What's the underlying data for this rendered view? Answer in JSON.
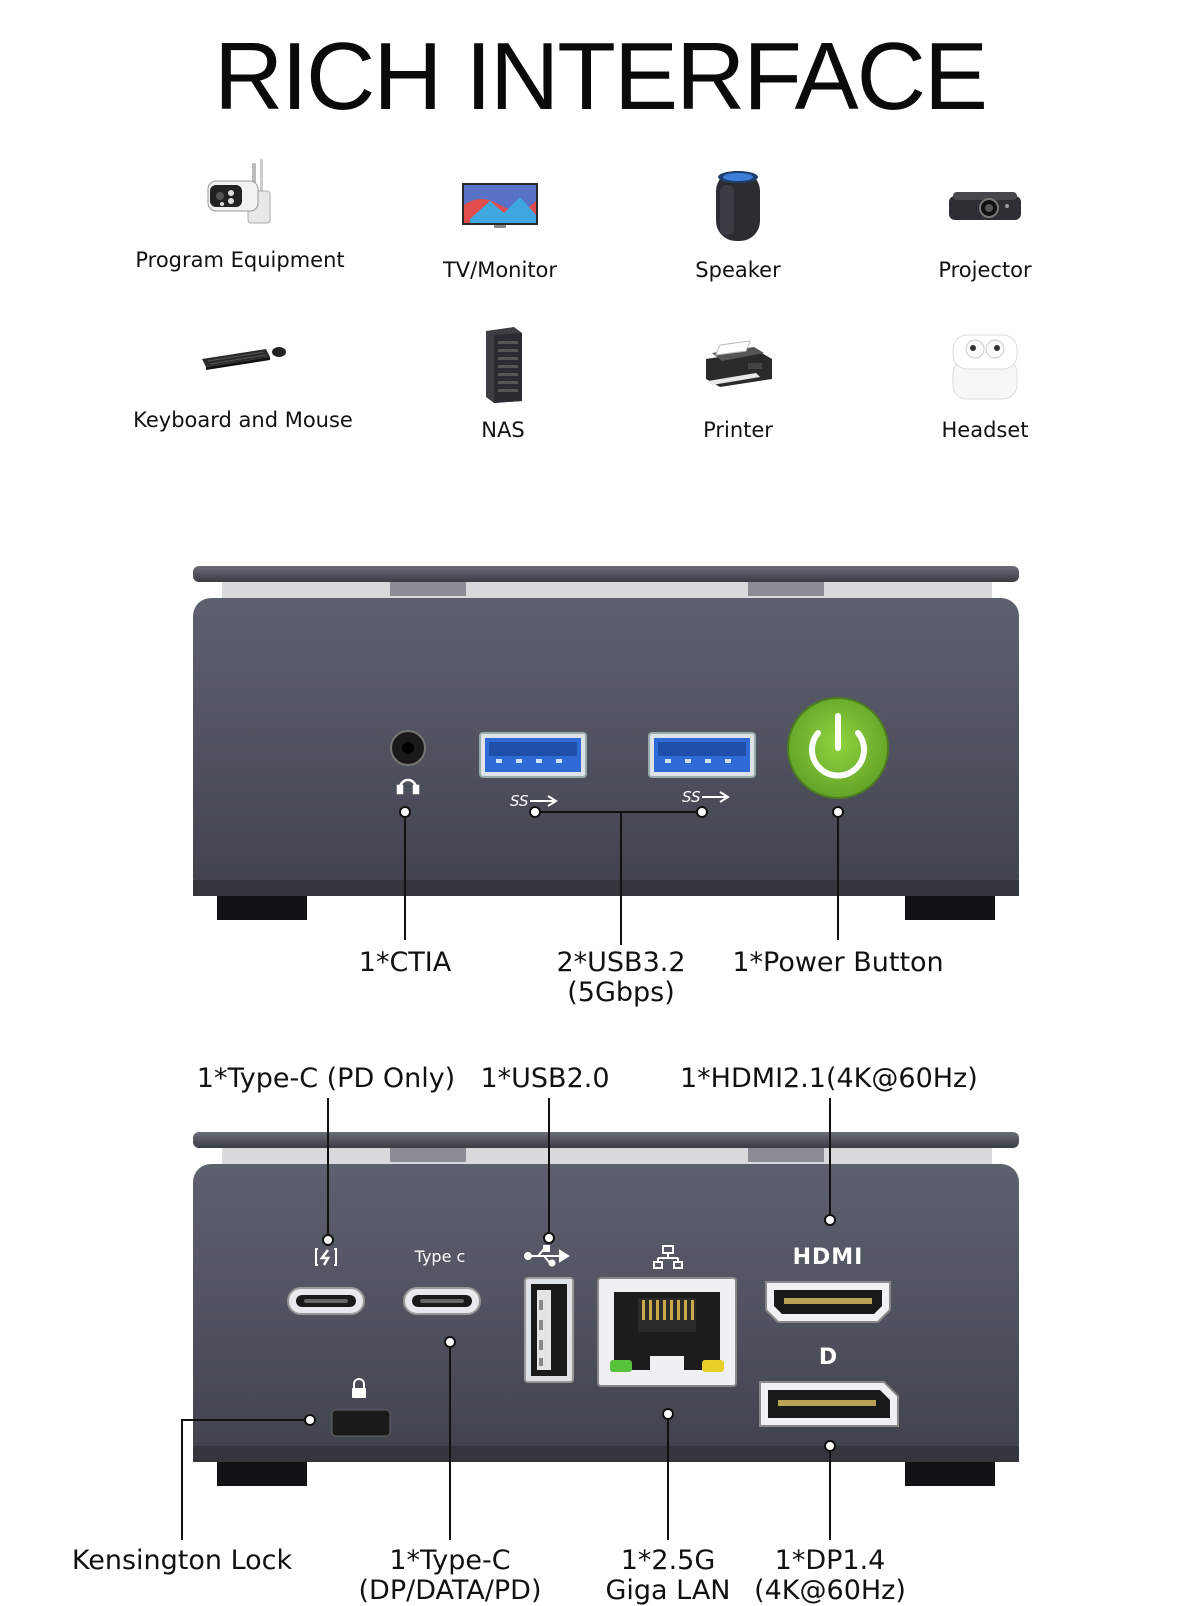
{
  "title": "RICH INTERFACE",
  "devices": [
    {
      "label": "Program Equipment",
      "icon": "security-camera-icon"
    },
    {
      "label": "TV/Monitor",
      "icon": "monitor-icon"
    },
    {
      "label": "Speaker",
      "icon": "smart-speaker-icon"
    },
    {
      "label": "Projector",
      "icon": "projector-icon"
    },
    {
      "label": "Keyboard and Mouse",
      "icon": "keyboard-mouse-icon"
    },
    {
      "label": "NAS",
      "icon": "nas-server-icon"
    },
    {
      "label": "Printer",
      "icon": "printer-icon"
    },
    {
      "label": "Headset",
      "icon": "earbuds-icon"
    }
  ],
  "front_panel": {
    "ports": {
      "ctia": "1*CTIA",
      "usb32_line1": "2*USB3.2",
      "usb32_line2": "(5Gbps)",
      "power": "1*Power Button"
    },
    "colors": {
      "body": "#4f5260",
      "usb_blue": "#2f6bd6",
      "power_green": "#7ec234"
    }
  },
  "rear_panel": {
    "top_labels": {
      "typec_pd": "1*Type-C (PD Only)",
      "usb20": "1*USB2.0",
      "hdmi": "1*HDMI2.1(4K@60Hz)"
    },
    "bottom_labels": {
      "kensington": "Kensington Lock",
      "typec_line1": "1*Type-C",
      "typec_line2": "(DP/DATA/PD)",
      "lan_line1": "1*2.5G",
      "lan_line2": "Giga LAN",
      "dp_line1": "1*DP1.4",
      "dp_line2": "(4K@60Hz)"
    },
    "printed": {
      "typec_text": "Type c",
      "hdmi_logo": "HDMI",
      "dp_logo": "D"
    }
  }
}
